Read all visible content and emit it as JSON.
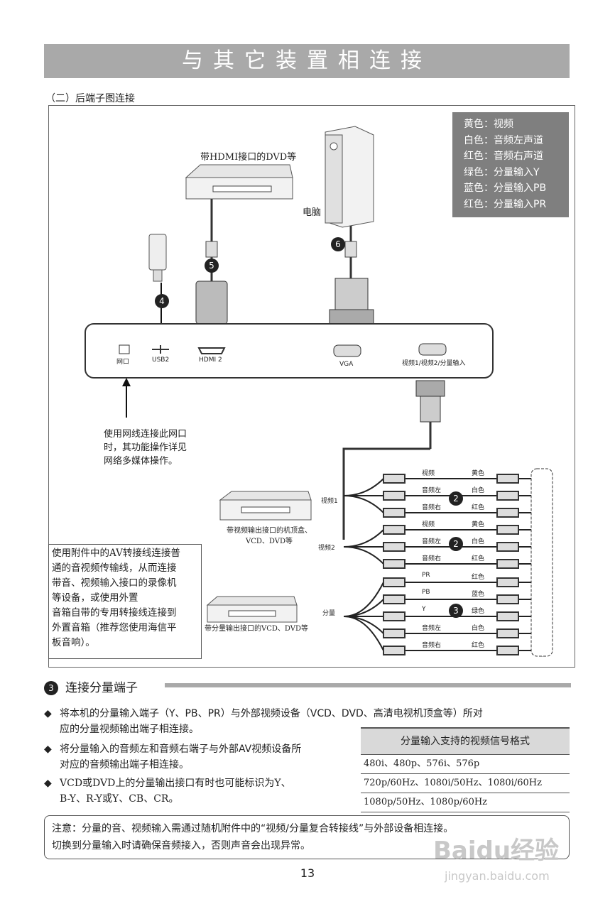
{
  "header": {
    "title": "与其它装置相连接"
  },
  "section": {
    "subtitle": "（二）后端子图连接"
  },
  "diagram": {
    "legend": [
      "黄色：视频",
      "白色：音频左声道",
      "红色：音频右声道",
      "绿色：分量输入Y",
      "蓝色：分量输入PB",
      "红色：分量输入PR"
    ],
    "dvd_label": "带HDMI接口的DVD等",
    "pc_label": "电脑",
    "markers": {
      "m4": "4",
      "m5": "5",
      "m6": "6",
      "m2a": "2",
      "m2b": "2",
      "m3": "3"
    },
    "ports": {
      "lan": "网口",
      "usb": "USB2",
      "hdmi": "HDMI 2",
      "vga": "VGA",
      "av": "视频1/视频2/分量输入"
    },
    "lan_note": [
      "使用网线连接此网口",
      "时，其功能操作详见",
      "网络多媒体操作。"
    ],
    "stb_label": [
      "带视频输出接口的机顶盒、",
      "VCD、DVD等"
    ],
    "comp_label": "带分量输出接口的VCD、DVD等",
    "groups": {
      "g1": "视频1",
      "g2": "视频2",
      "g3": "分量"
    },
    "cables": [
      {
        "name": "视频",
        "color": "黄色"
      },
      {
        "name": "音频左",
        "color": "白色"
      },
      {
        "name": "音频右",
        "color": "红色"
      },
      {
        "name": "视频",
        "color": "黄色"
      },
      {
        "name": "音频左",
        "color": "白色"
      },
      {
        "name": "音频右",
        "color": "红色"
      },
      {
        "name": "PR",
        "color": "红色"
      },
      {
        "name": "PB",
        "color": "蓝色"
      },
      {
        "name": "Y",
        "color": "绿色"
      },
      {
        "name": "音频左",
        "color": "白色"
      },
      {
        "name": "音频右",
        "color": "红色"
      }
    ],
    "note": [
      "使用附件中的AV转接线连接普",
      "通的音视频传输线，从而连接",
      "带音、视频输入接口的录像机",
      "等设备，或使用外置",
      "音箱自带的专用转接线连接到",
      "外置音箱（推荐您使用海信平",
      "板音响）。"
    ]
  },
  "component": {
    "heading_num": "3",
    "heading": "连接分量端子",
    "bullets": [
      [
        "将本机的分量输入端子（Y、PB、PR）与外部视频设备（VCD、DVD、高清电视机顶盒等）所对",
        "应的分量视频输出端子相连接。"
      ],
      [
        "将分量输入的音频左和音频右端子与外部AV视频设备所",
        "对应的音频输出端子相连接。"
      ],
      [
        "VCD或DVD上的分量输出接口有时也可能标识为Y、",
        "B-Y、R-Y或Y、CB、CR。"
      ]
    ],
    "bullet_marker": "◆",
    "table": {
      "header": "分量输入支持的视频信号格式",
      "rows": [
        "480i、480p、576i、576p",
        "720p/60Hz、1080i/50Hz、1080i/60Hz",
        "1080p/50Hz、1080p/60Hz"
      ]
    }
  },
  "notice": {
    "line1": "注意：分量的音、视频输入需通过随机附件中的“视频/分量复合转接线”与外部设备相连接。",
    "line2": "切换到分量输入时请确保音频接入，否则声音会出现异常。"
  },
  "page_number": "13",
  "watermark": {
    "logo": "Baidu经验",
    "url": "jingyan.baidu.com"
  }
}
